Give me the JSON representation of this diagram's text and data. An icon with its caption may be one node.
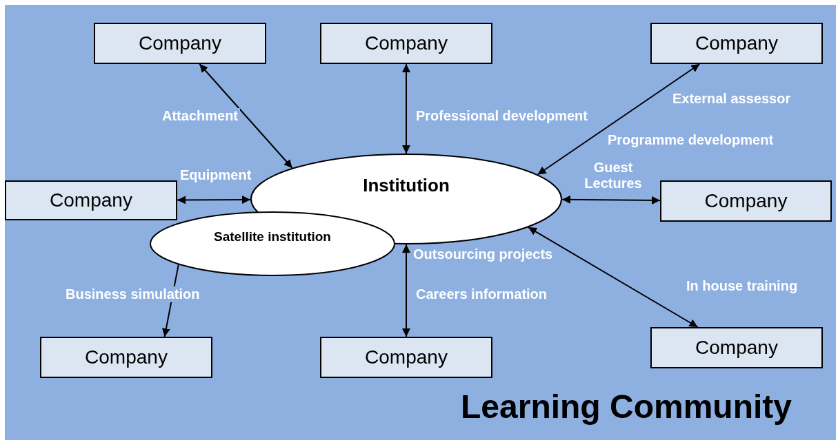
{
  "diagram": {
    "title": "Learning Community",
    "nodes": [
      {
        "text": [
          "Company"
        ]
      },
      {
        "text": [
          "Company"
        ]
      },
      {
        "text": [
          "Company"
        ]
      },
      {
        "text": [
          "Company"
        ]
      },
      {
        "text": [
          "Institution"
        ]
      },
      {
        "text": [
          "Company"
        ]
      },
      {
        "text": [
          "Satellite institution"
        ]
      },
      {
        "text": [
          "Company"
        ]
      },
      {
        "text": [
          "Company"
        ]
      },
      {
        "text": [
          "Company"
        ]
      }
    ],
    "edges": [
      {
        "from": 0,
        "to": 4,
        "arrow": "both",
        "label": "Attachment"
      },
      {
        "from": 1,
        "to": 4,
        "arrow": "both",
        "label": "Professional development"
      },
      {
        "from": 2,
        "to": 4,
        "arrow": "both",
        "label": "External assessor"
      },
      {
        "from": 3,
        "to": 4,
        "arrow": "both",
        "label": "Equipment"
      },
      {
        "from": 5,
        "to": 4,
        "arrow": "both",
        "label": "Guest Lectures"
      },
      {
        "from": 6,
        "to": 7,
        "arrow": "to",
        "label": "Business simulation"
      },
      {
        "from": 4,
        "to": 8,
        "arrow": "both",
        "label": "Careers information"
      },
      {
        "from": 4,
        "to": 9,
        "arrow": "both",
        "label": "Outsourcing projects"
      }
    ],
    "labels": [
      "Programme development",
      "In house training"
    ]
  }
}
